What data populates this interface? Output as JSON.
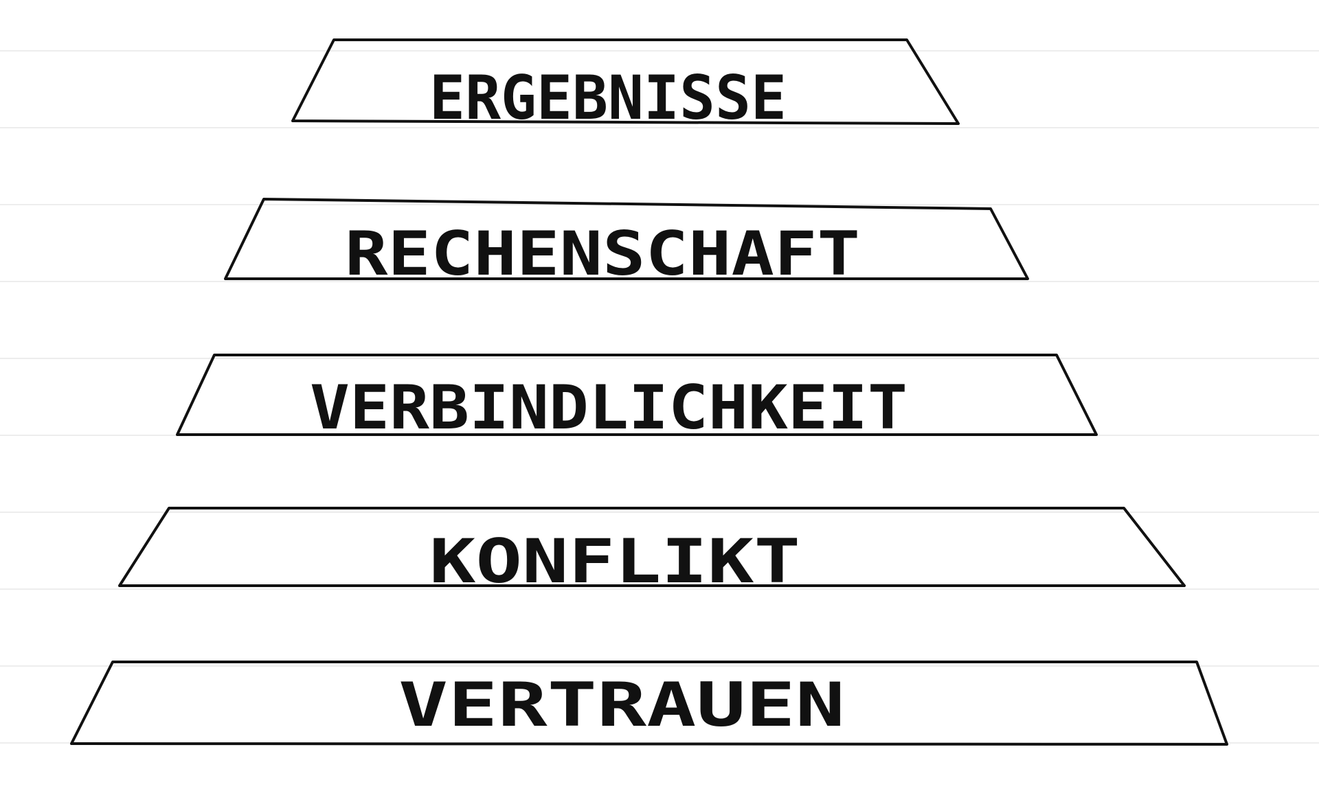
{
  "pyramid": {
    "levels": [
      {
        "label": "ERGEBNISSE"
      },
      {
        "label": "RECHENSCHAFT"
      },
      {
        "label": "VERBINDLICHKEIT"
      },
      {
        "label": "KONFLIKT"
      },
      {
        "label": "VERTRAUEN"
      }
    ]
  }
}
